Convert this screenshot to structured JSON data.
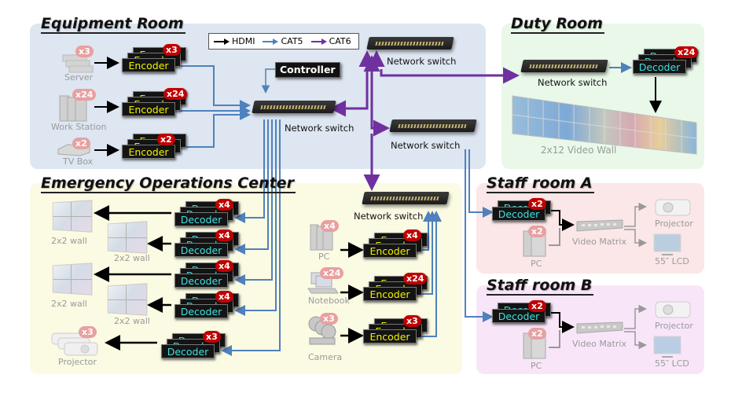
{
  "legend": {
    "items": [
      {
        "label": "HDMI",
        "color": "#000000"
      },
      {
        "label": "CAT5",
        "color": "#4f81bd"
      },
      {
        "label": "CAT6",
        "color": "#7030a0"
      }
    ]
  },
  "zones": {
    "equipment_room": {
      "title": "Equipment Room",
      "background": "#dde6f1",
      "sources": [
        {
          "label": "Server",
          "count": "x3",
          "encoder_label": "Encoder",
          "encoder_count": "x3"
        },
        {
          "label": "Work Station",
          "count": "x24",
          "encoder_label": "Encoder",
          "encoder_count": "x24"
        },
        {
          "label": "TV Box",
          "count": "x2",
          "encoder_label": "Encoder",
          "encoder_count": "x2"
        }
      ],
      "controller_label": "Controller",
      "switch_labels": [
        "Network switch",
        "Network switch",
        "Network switch"
      ]
    },
    "duty_room": {
      "title": "Duty Room",
      "background": "#e9f8e9",
      "switch_label": "Network switch",
      "decoder_label": "Decoder",
      "decoder_count": "x24",
      "video_wall_label": "2x12 Video Wall"
    },
    "eoc": {
      "title": "Emergency Operations Center",
      "background": "#fbfae3",
      "outputs": [
        {
          "label": "2x2 wall",
          "decoder_label": "Decoder",
          "decoder_count": "x4"
        },
        {
          "label": "2x2 wall",
          "decoder_label": "Decoder",
          "decoder_count": "x4"
        },
        {
          "label": "2x2 wall",
          "decoder_label": "Decoder",
          "decoder_count": "x4"
        },
        {
          "label": "2x2 wall",
          "decoder_label": "Decoder",
          "decoder_count": "x4"
        },
        {
          "label": "Projector",
          "count": "x3",
          "decoder_label": "Decoder",
          "decoder_count": "x3"
        }
      ],
      "switch_label": "Network switch",
      "sources": [
        {
          "label": "PC",
          "count": "x4",
          "encoder_label": "Encoder",
          "encoder_count": "x4"
        },
        {
          "label": "Notebook",
          "count": "x24",
          "encoder_label": "Encoder",
          "encoder_count": "x24"
        },
        {
          "label": "Camera",
          "count": "x3",
          "encoder_label": "Encoder",
          "encoder_count": "x3"
        }
      ]
    },
    "staff_a": {
      "title": "Staff room A",
      "background": "#fbe7e7",
      "decoder_label": "Decoder",
      "decoder_count": "x2",
      "pc_label": "PC",
      "pc_count": "x2",
      "matrix_label": "Video Matrix",
      "projector_label": "Projector",
      "lcd_label": "55″ LCD"
    },
    "staff_b": {
      "title": "Staff room B",
      "background": "#f8e6f8",
      "decoder_label": "Decoder",
      "decoder_count": "x2",
      "pc_label": "PC",
      "pc_count": "x2",
      "matrix_label": "Video Matrix",
      "projector_label": "Projector",
      "lcd_label": "55″ LCD"
    }
  }
}
